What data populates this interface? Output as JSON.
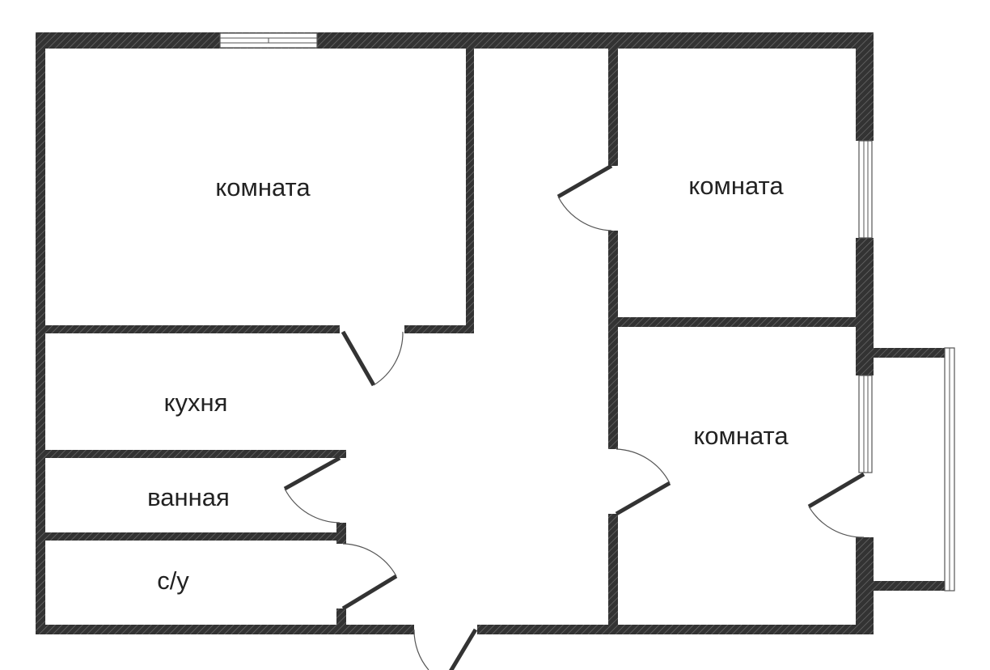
{
  "plan": {
    "rooms": {
      "room_top_left": "комната",
      "room_top_right": "комната",
      "room_bottom_right": "комната",
      "kitchen": "кухня",
      "bathroom": "ванная",
      "toilet": "с/у"
    },
    "colors": {
      "wall": "#333333",
      "wall_hatch": "#6e6e6e",
      "floor": "#ffffff",
      "window_glass": "#ffffff",
      "door_arc": "#555555"
    }
  }
}
